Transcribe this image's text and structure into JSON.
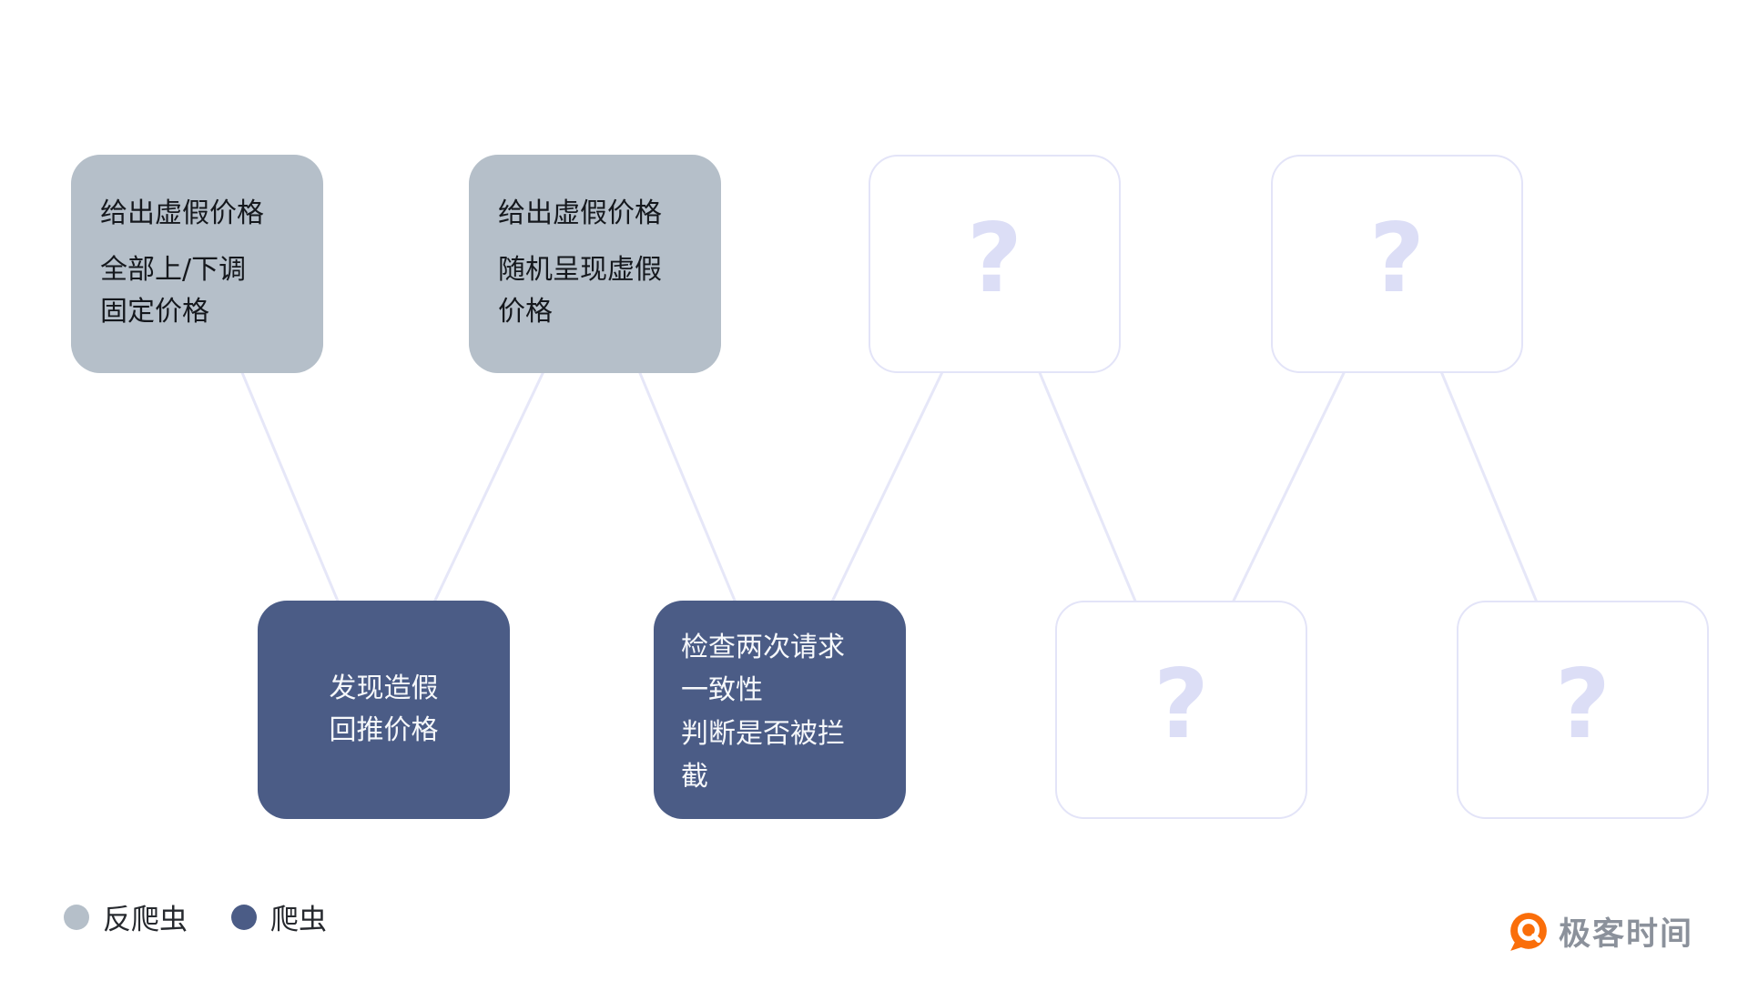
{
  "nodes": {
    "t1": {
      "lines": [
        "给出虚假价格",
        "全部上/下调",
        "固定价格"
      ]
    },
    "t2": {
      "lines": [
        "给出虚假价格",
        "随机呈现虚假",
        "价格"
      ]
    },
    "t3": {
      "placeholder": "?"
    },
    "t4": {
      "placeholder": "?"
    },
    "b1": {
      "lines": [
        "发现造假",
        "回推价格"
      ]
    },
    "b2": {
      "lines": [
        "检查两次请求",
        "一致性",
        "判断是否被拦",
        "截"
      ]
    },
    "b3": {
      "placeholder": "?"
    },
    "b4": {
      "placeholder": "?"
    }
  },
  "edges": [
    [
      "t1",
      "b1"
    ],
    [
      "t2",
      "b1"
    ],
    [
      "t2",
      "b2"
    ],
    [
      "t3",
      "b2"
    ],
    [
      "t3",
      "b3"
    ],
    [
      "t4",
      "b3"
    ],
    [
      "t4",
      "b4"
    ]
  ],
  "legend": [
    {
      "label": "反爬虫",
      "color": "#b5bfc9"
    },
    {
      "label": "爬虫",
      "color": "#4b5c86"
    }
  ],
  "logo": {
    "text": "极客时间",
    "brand_color": "#fa6e0a"
  }
}
